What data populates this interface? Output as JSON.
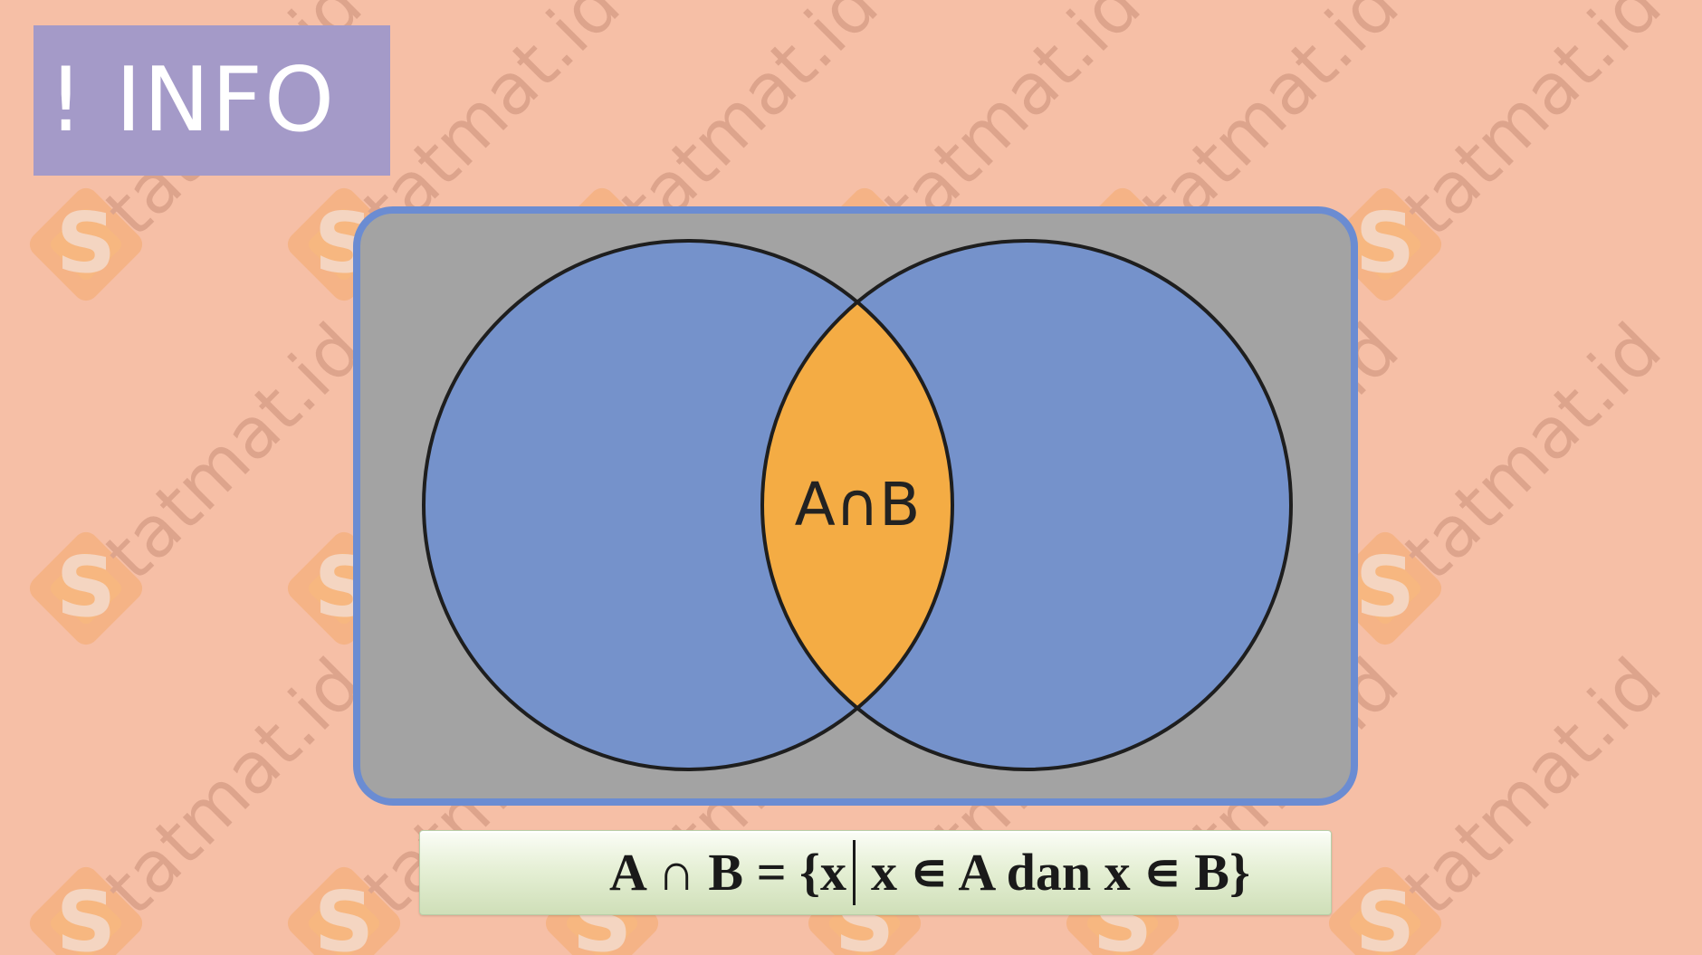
{
  "badge": {
    "label": "! INFO"
  },
  "watermark": {
    "text": "tatmat.id",
    "logo_letter": "S"
  },
  "venn": {
    "intersection_label": "A∩B",
    "colors": {
      "universe_fill": "#a3a3a3",
      "universe_border": "#6b8cd2",
      "set_fill": "#7592cb",
      "intersection_fill": "#f4ac44",
      "outline": "#1e1e1e"
    }
  },
  "formula": {
    "left": "A ∩ B = {x",
    "right": "x ∊ A dan x ∊ B}"
  },
  "colors": {
    "background": "#f6bfa6",
    "badge": "#a49ac8"
  }
}
